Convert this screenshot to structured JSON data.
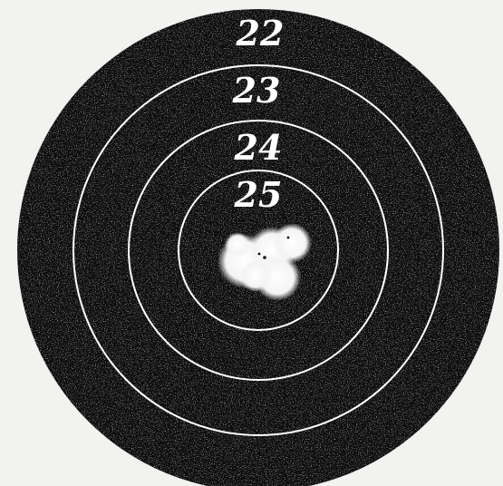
{
  "target": {
    "ring_labels": [
      {
        "value": "22"
      },
      {
        "value": "23"
      },
      {
        "value": "24"
      },
      {
        "value": "25"
      }
    ],
    "colors": {
      "background": "#f2f2f0",
      "target_black": "#0e0e0e",
      "ring_lines": "#ffffff",
      "shot_group": "#ffffff"
    }
  }
}
